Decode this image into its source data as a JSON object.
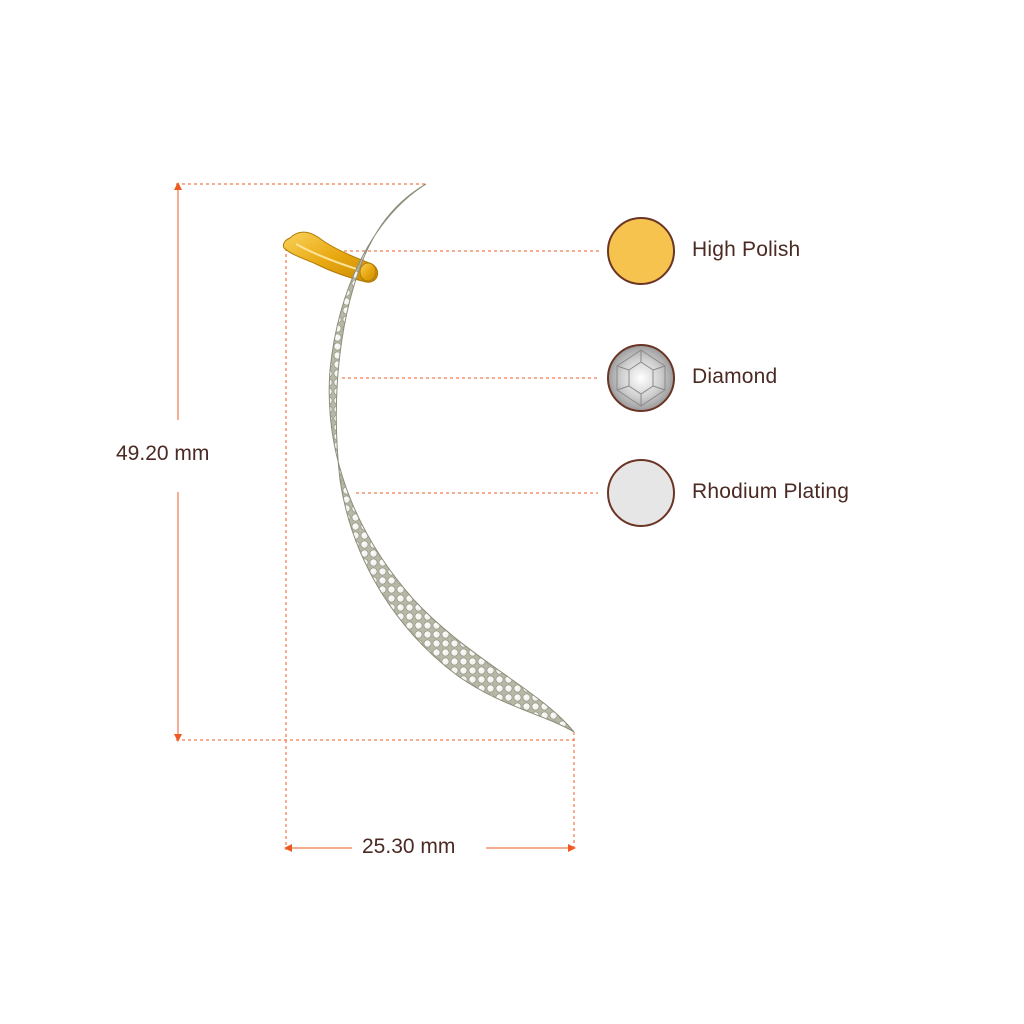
{
  "dimensions": {
    "height": "49.20 mm",
    "width": "25.30 mm"
  },
  "materials": [
    {
      "name": "High Polish",
      "swatch": "gold-swatch",
      "color": "#f6c44e"
    },
    {
      "name": "Diamond",
      "swatch": "diamond-swatch",
      "color": "#e8e8e8"
    },
    {
      "name": "Rhodium Plating",
      "swatch": "rhodium-swatch",
      "color": "#e6e6e6"
    }
  ],
  "colors": {
    "guide_line": "#f05a22",
    "swatch_border": "#6b3526",
    "text": "#4a2a22",
    "gold": "#f2b21c"
  }
}
